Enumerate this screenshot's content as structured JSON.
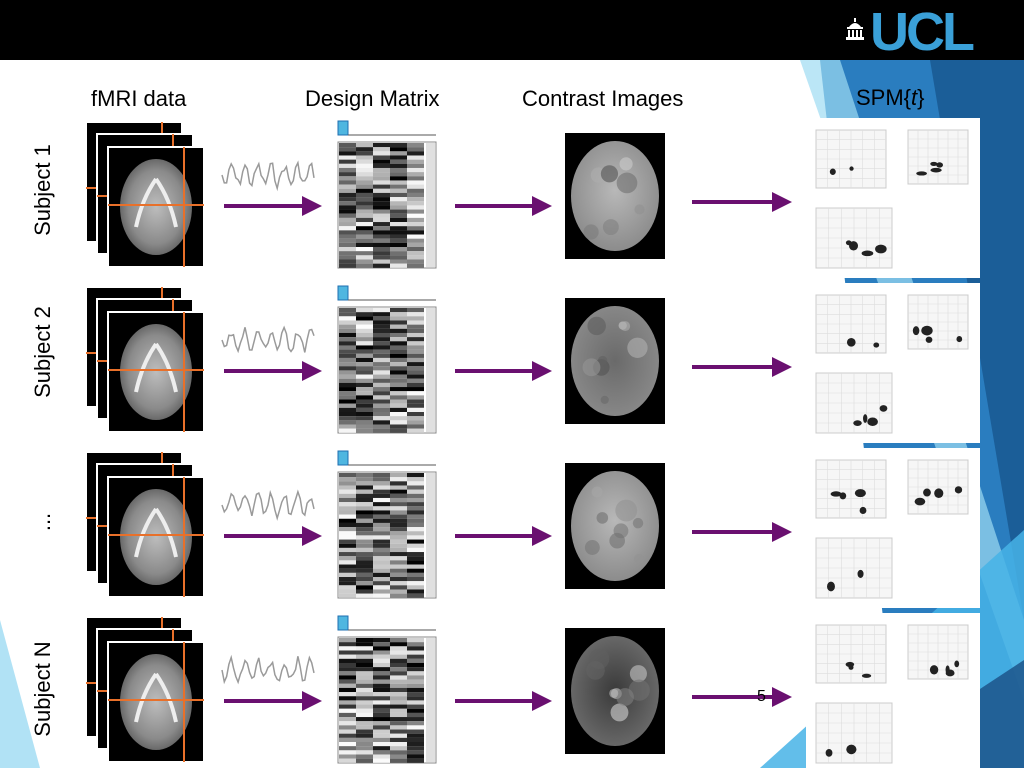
{
  "slide": {
    "logo_text": "UCL",
    "page_number": "5",
    "headers": {
      "fmri": "fMRI data",
      "design": "Design Matrix",
      "contrast": "Contrast Images",
      "spm_prefix": "SPM{",
      "spm_var": "t",
      "spm_suffix": "}"
    },
    "rows": [
      {
        "label": "Subject 1"
      },
      {
        "label": "Subject 2"
      },
      {
        "label": "..."
      },
      {
        "label": "Subject N"
      }
    ]
  },
  "colors": {
    "top_bar": "#000000",
    "logo": "#3aa0d8",
    "arrow": "#6a1070",
    "crosshair": "#e8702a",
    "accent_blue": "#1f6fb0",
    "light_blue": "#8fd3f0"
  },
  "icons": [
    "ucl-portico-icon",
    "arrow-icon",
    "timecourse-icon"
  ]
}
